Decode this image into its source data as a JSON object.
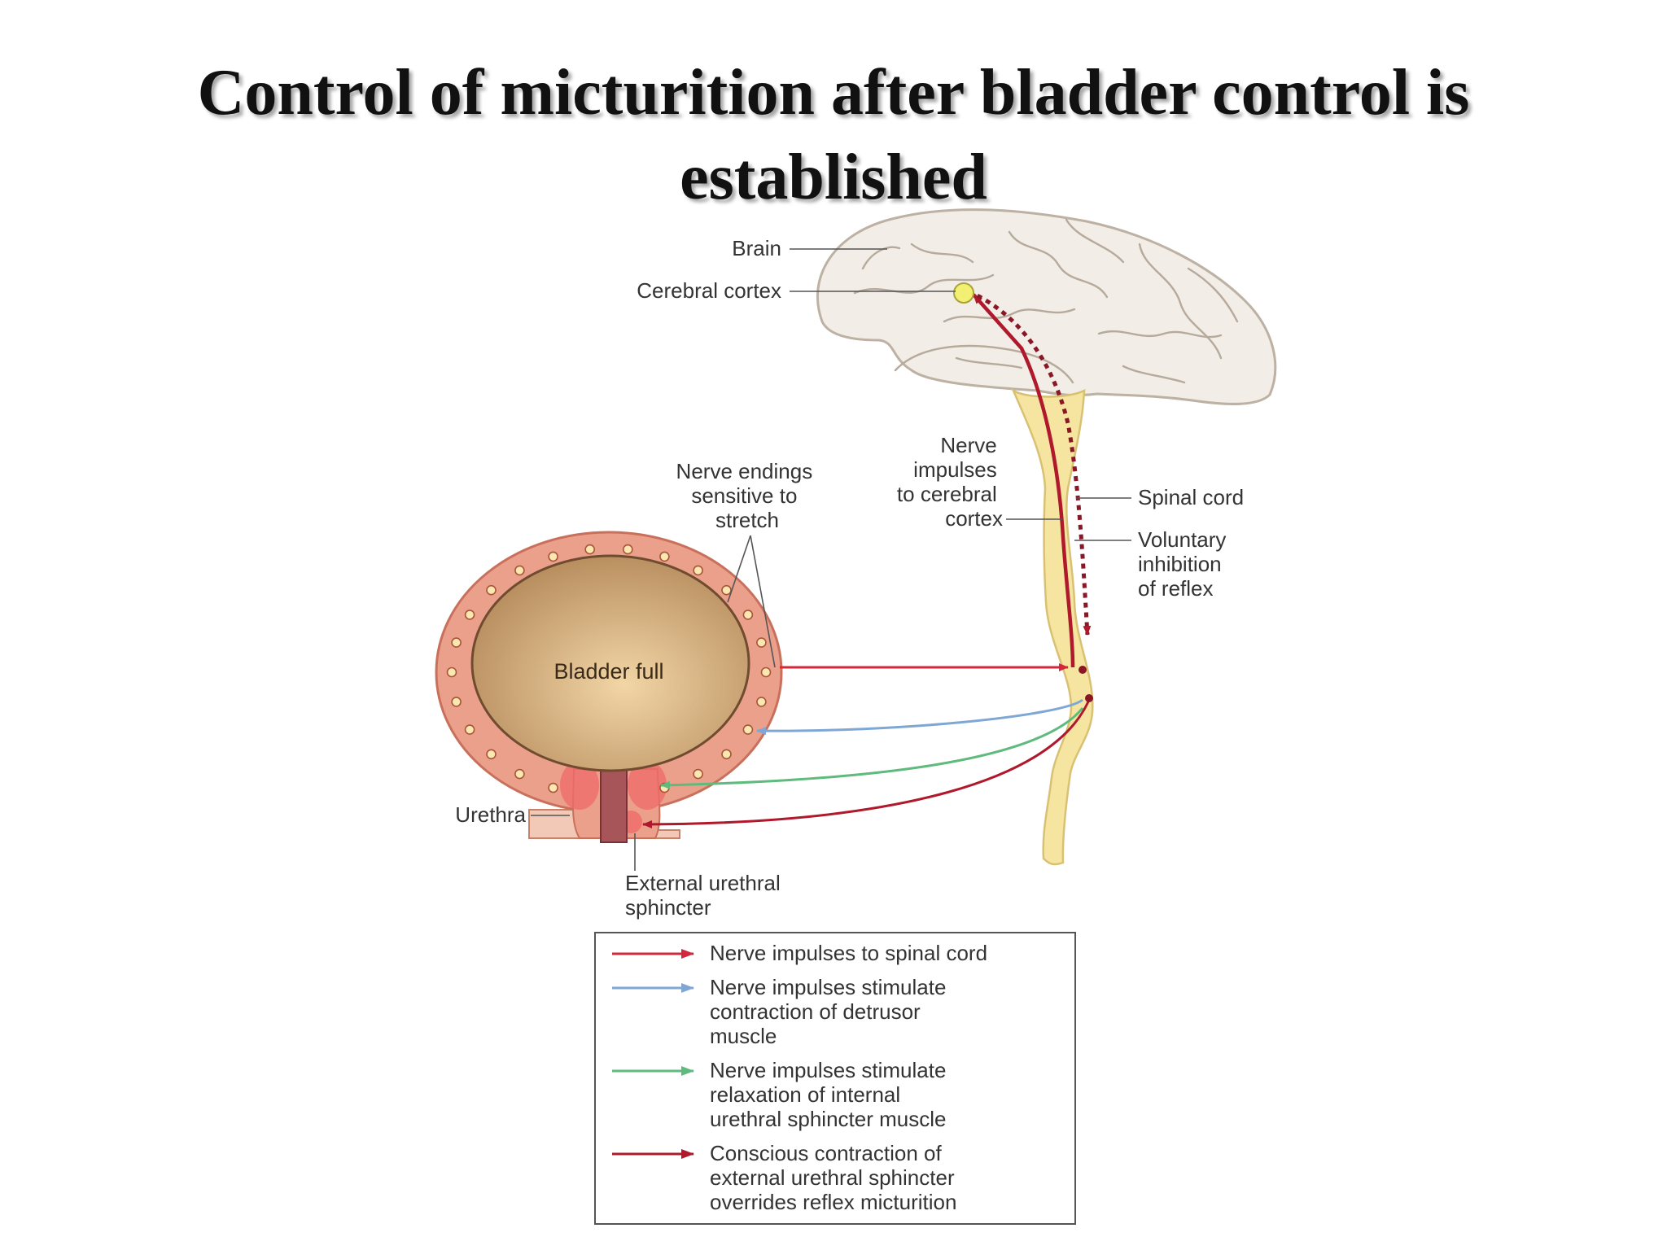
{
  "title": {
    "line1": "Control of micturition after bladder control is",
    "line2": "established"
  },
  "labels": {
    "brain": "Brain",
    "cerebral_cortex": "Cerebral cortex",
    "nerve_endings": [
      "Nerve endings",
      "sensitive to",
      "stretch"
    ],
    "nerve_impulses_cortex": [
      "Nerve",
      "impulses",
      "to cerebral",
      "cortex"
    ],
    "spinal_cord": "Spinal cord",
    "voluntary_inhibition": [
      "Voluntary",
      "inhibition",
      "of reflex"
    ],
    "bladder": "Bladder full",
    "urethra": "Urethra",
    "external_sphincter": [
      "External urethral",
      "sphincter"
    ]
  },
  "legend": [
    {
      "color": "#d1283c",
      "lines": [
        "Nerve impulses to spinal cord"
      ]
    },
    {
      "color": "#7fa7d6",
      "lines": [
        "Nerve impulses stimulate",
        "contraction of detrusor",
        "muscle"
      ]
    },
    {
      "color": "#5fba7d",
      "lines": [
        "Nerve impulses stimulate",
        "relaxation of internal",
        "urethral sphincter muscle"
      ]
    },
    {
      "color": "#b0182c",
      "lines": [
        "Conscious contraction of",
        "external urethral sphincter",
        "overrides reflex micturition"
      ]
    }
  ],
  "colors": {
    "sensory": "#d1283c",
    "detrusor": "#7fa7d6",
    "internal_sphincter": "#5fba7d",
    "conscious": "#b0182c",
    "spinal_cord": "#f6e5a0",
    "brain": "#f2ede6",
    "bladder_wall": "#eba08c",
    "bladder_lumen": "#c9a676"
  }
}
